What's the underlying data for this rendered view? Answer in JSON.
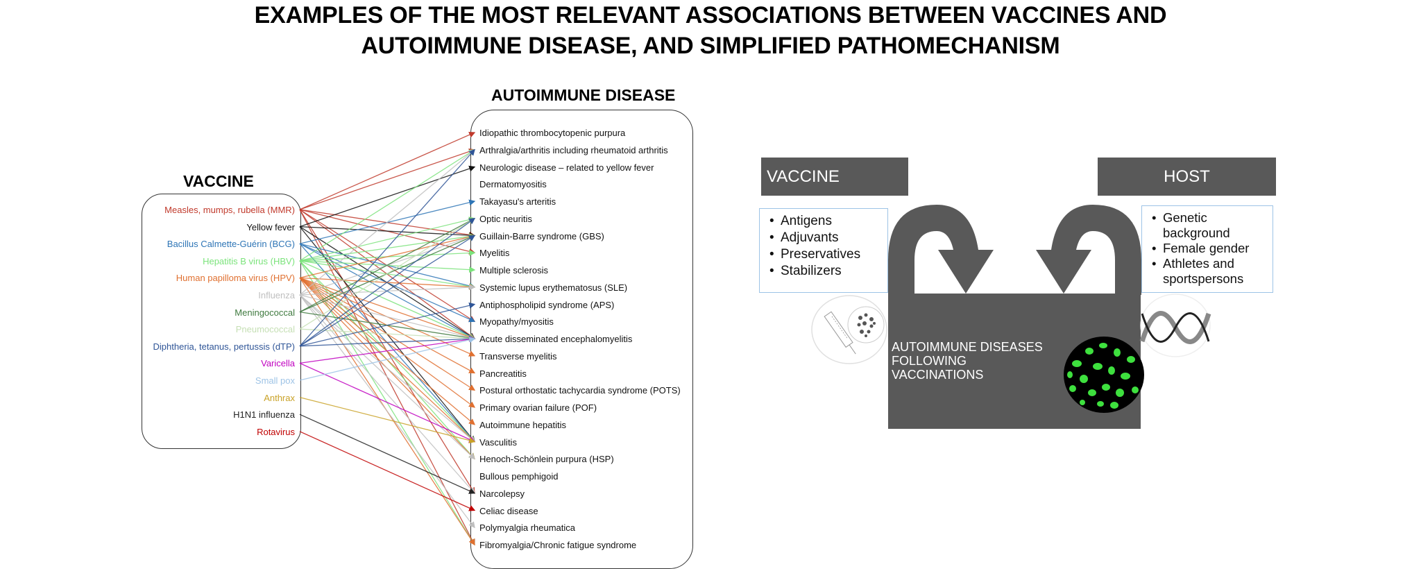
{
  "title": {
    "line1": "EXAMPLES OF THE MOST RELEVANT ASSOCIATIONS BETWEEN VACCINES AND",
    "line2": "AUTOIMMUNE DISEASE, AND SIMPLIFIED PATHOMECHANISM"
  },
  "left": {
    "vaccine_heading": "VACCINE",
    "disease_heading": "AUTOIMMUNE DISEASE",
    "vaccines": [
      {
        "label": "Measles, mumps, rubella (MMR)",
        "color": "#c0392b"
      },
      {
        "label": "Yellow fever",
        "color": "#111111"
      },
      {
        "label": "Bacillus Calmette-Guérin (BCG)",
        "color": "#2e75b6"
      },
      {
        "label": "Hepatitis B virus (HBV)",
        "color": "#7be37b"
      },
      {
        "label": "Human papilloma virus (HPV)",
        "color": "#e07030"
      },
      {
        "label": "Influenza",
        "color": "#bfbfbf"
      },
      {
        "label": "Meningococcal",
        "color": "#3f7a3f"
      },
      {
        "label": "Pneumococcal",
        "color": "#c5dfb4"
      },
      {
        "label": "Diphtheria, tetanus, pertussis (dTP)",
        "color": "#2f5597"
      },
      {
        "label": "Varicella",
        "color": "#c000c0"
      },
      {
        "label": "Small pox",
        "color": "#9dc3e6"
      },
      {
        "label": "Anthrax",
        "color": "#c9a227"
      },
      {
        "label": "H1N1 influenza",
        "color": "#222222"
      },
      {
        "label": "Rotavirus",
        "color": "#c00000"
      }
    ],
    "diseases": [
      "Idiopathic thrombocytopenic purpura",
      "Arthralgia/arthritis including rheumatoid arthritis",
      "Neurologic disease – related to yellow fever",
      "Dermatomyositis",
      "Takayasu's arteritis",
      "Optic neuritis",
      "Guillain-Barre syndrome (GBS)",
      "Myelitis",
      "Multiple sclerosis",
      "Systemic lupus erythematosus (SLE)",
      "Antiphospholipid syndrome (APS)",
      "Myopathy/myositis",
      "Acute disseminated encephalomyelitis",
      "Transverse myelitis",
      "Pancreatitis",
      "Postural orthostatic tachycardia syndrome (POTS)",
      "Primary ovarian failure (POF)",
      "Autoimmune hepatitis",
      "Vasculitis",
      "Henoch-Schönlein purpura (HSP)",
      "Bullous pemphigoid",
      "Narcolepsy",
      "Celiac disease",
      "Polymyalgia rheumatica",
      "Fibromyalgia/Chronic fatigue syndrome"
    ],
    "links": [
      [
        0,
        0
      ],
      [
        0,
        1
      ],
      [
        0,
        6
      ],
      [
        0,
        7
      ],
      [
        0,
        11
      ],
      [
        0,
        12
      ],
      [
        0,
        21
      ],
      [
        0,
        24
      ],
      [
        1,
        2
      ],
      [
        1,
        6
      ],
      [
        1,
        12
      ],
      [
        1,
        18
      ],
      [
        2,
        4
      ],
      [
        2,
        9
      ],
      [
        2,
        11
      ],
      [
        2,
        12
      ],
      [
        2,
        18
      ],
      [
        3,
        1
      ],
      [
        3,
        5
      ],
      [
        3,
        6
      ],
      [
        3,
        7
      ],
      [
        3,
        8
      ],
      [
        3,
        9
      ],
      [
        3,
        12
      ],
      [
        3,
        18
      ],
      [
        3,
        19
      ],
      [
        3,
        24
      ],
      [
        4,
        6
      ],
      [
        4,
        9
      ],
      [
        4,
        12
      ],
      [
        4,
        13
      ],
      [
        4,
        14
      ],
      [
        4,
        15
      ],
      [
        4,
        16
      ],
      [
        4,
        17
      ],
      [
        4,
        18
      ],
      [
        4,
        19
      ],
      [
        4,
        24
      ],
      [
        5,
        1
      ],
      [
        5,
        6
      ],
      [
        5,
        9
      ],
      [
        5,
        12
      ],
      [
        5,
        18
      ],
      [
        5,
        19
      ],
      [
        5,
        21
      ],
      [
        5,
        23
      ],
      [
        6,
        5
      ],
      [
        6,
        6
      ],
      [
        6,
        12
      ],
      [
        7,
        5
      ],
      [
        7,
        12
      ],
      [
        8,
        1
      ],
      [
        8,
        5
      ],
      [
        8,
        6
      ],
      [
        8,
        10
      ],
      [
        8,
        12
      ],
      [
        9,
        12
      ],
      [
        9,
        18
      ],
      [
        10,
        12
      ],
      [
        11,
        18
      ],
      [
        12,
        21
      ],
      [
        13,
        22
      ]
    ]
  },
  "right": {
    "vaccine_label": "VACCINE",
    "host_label": "HOST",
    "vaccine_items": [
      "Antigens",
      "Adjuvants",
      "Preservatives",
      "Stabilizers"
    ],
    "host_items": [
      "Genetic background",
      "Female gender",
      "Athletes and sportspersons"
    ],
    "center_lines": [
      "AUTOIMMUNE DISEASES",
      "FOLLOWING",
      "VACCINATIONS"
    ],
    "panel_color": "#595959",
    "info_border_color": "#9dc3e6"
  }
}
